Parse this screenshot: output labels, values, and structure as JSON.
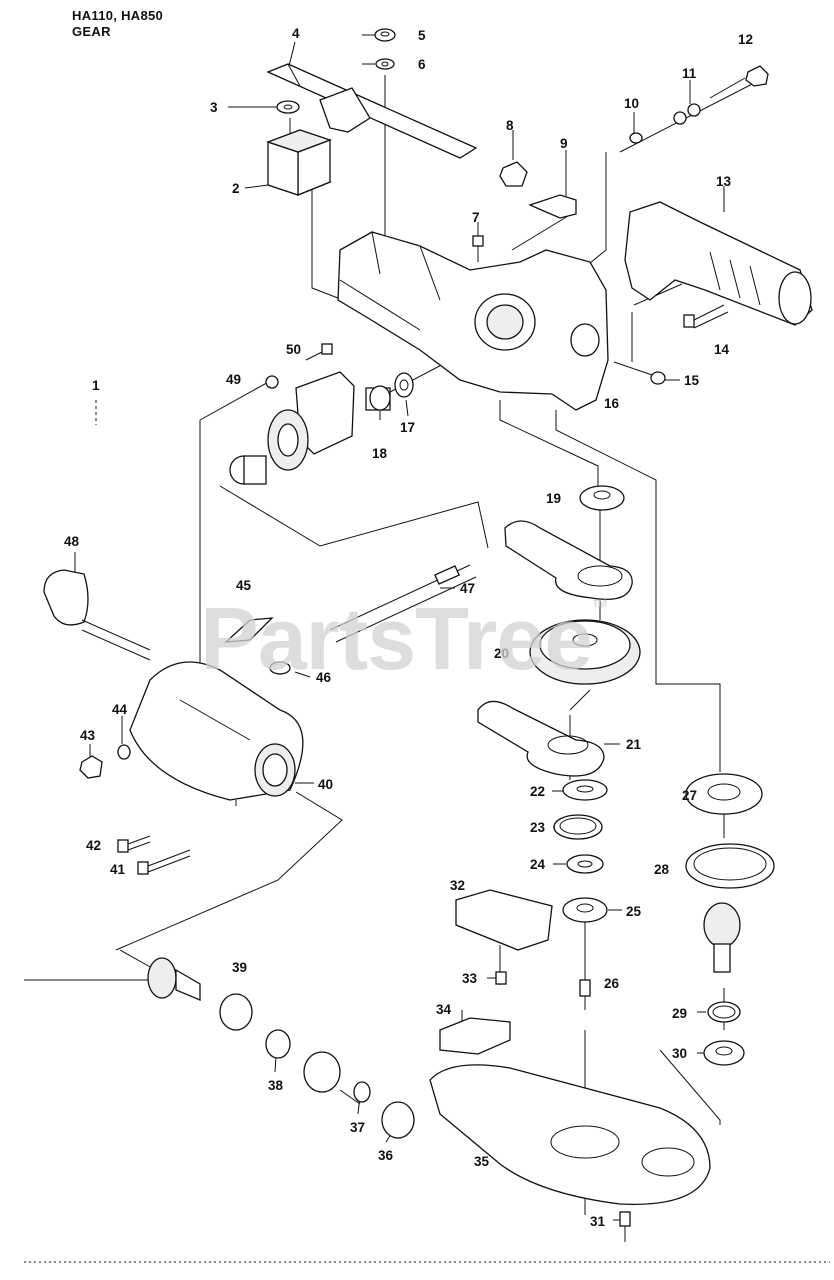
{
  "header": {
    "model": "HA110, HA850",
    "section": "GEAR"
  },
  "watermark": {
    "text": "PartsTree",
    "tm": "TM"
  },
  "callouts": [
    "1",
    "2",
    "3",
    "4",
    "5",
    "6",
    "7",
    "8",
    "9",
    "10",
    "11",
    "12",
    "13",
    "14",
    "15",
    "16",
    "17",
    "18",
    "19",
    "20",
    "21",
    "22",
    "23",
    "24",
    "25",
    "26",
    "27",
    "28",
    "29",
    "30",
    "31",
    "32",
    "33",
    "34",
    "35",
    "36",
    "37",
    "38",
    "39",
    "40",
    "41",
    "42",
    "43",
    "44",
    "45",
    "46",
    "47",
    "48",
    "49",
    "50"
  ]
}
